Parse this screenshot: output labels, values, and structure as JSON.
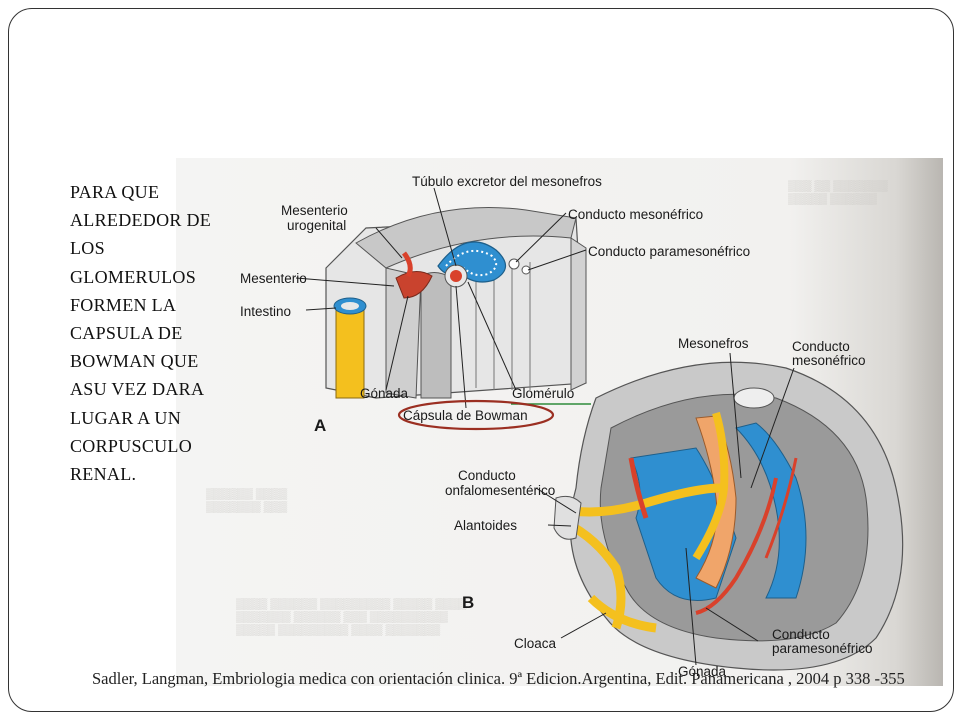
{
  "body_lines": [
    "PARA QUE",
    "ALREDEDOR DE",
    "LOS",
    "GLOMERULOS",
    "FORMEN LA",
    "CAPSULA DE",
    "BOWMAN QUE",
    "ASU VEZ DARA",
    "LUGAR A UN",
    "CORPUSCULO",
    "RENAL."
  ],
  "figure": {
    "labels": {
      "tubulo": "Túbulo excretor del mesonefros",
      "mesenterio_urogenital_1": "Mesenterio",
      "mesenterio_urogenital_2": "urogenital",
      "conducto_mesonefrico_a": "Conducto mesonéfrico",
      "conducto_paramesonefrico_a": "Conducto paramesonéfrico",
      "mesenterio": "Mesenterio",
      "intestino": "Intestino",
      "mesonefros": "Mesonefros",
      "conducto_mesonefrico_b_1": "Conducto",
      "conducto_mesonefrico_b_2": "mesonéfrico",
      "gonada_a": "Gónada",
      "glomerulo": "Glomérulo",
      "capsula": "Cápsula de Bowman",
      "letter_a": "A",
      "onfalo_1": "Conducto",
      "onfalo_2": "onfalomesentérico",
      "alantoides": "Alantoides",
      "letter_b": "B",
      "cloaca": "Cloaca",
      "conducto_paramesonefrico_b_1": "Conducto",
      "conducto_paramesonefrico_b_2": "paramesonéfrico",
      "gonada_b": "Gónada"
    },
    "colors": {
      "yellow": "#f4c01e",
      "blue": "#3aa6e0",
      "red": "#d9412b",
      "orange": "#f0a56a",
      "gray": "#bdbdbd",
      "circle": "#9b2f22",
      "green": "#2e8b3a"
    }
  },
  "citation": "Sadler, Langman, Embriologia medica con orientación clinica. 9ª  Edicion.Argentina, Edit. Panamericana , 2004 p 338 -355"
}
